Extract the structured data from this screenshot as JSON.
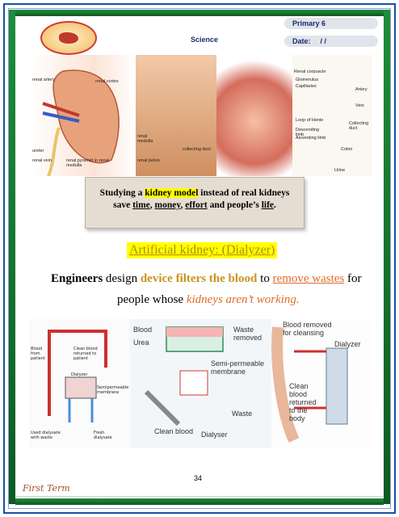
{
  "header": {
    "subject": "Science",
    "grade": "Primary 6",
    "date_label": "Date:",
    "date_slashes": "/ /"
  },
  "top_figure": {
    "labels": [
      "renal artery",
      "renal vein",
      "renal cortex",
      "ureter",
      "renal pyramid in renal medulla",
      "renal medulla",
      "renal pelvis",
      "collecting duct",
      "Renal corpuscle",
      "Glomerulus",
      "Capillaries",
      "Loop of Henle",
      "Descending limb",
      "Ascending limb",
      "Collecting duct",
      "Artery",
      "Vein",
      "Urine",
      "Colon"
    ]
  },
  "banner": {
    "pre": "Studying a ",
    "highlight": "kidney model",
    "post": " instead of real kidneys",
    "save": "save ",
    "time": "time",
    "sep1": ", ",
    "money": "money",
    "sep2": ", ",
    "effort": "effort",
    "and": " and people’s ",
    "life": "life",
    "end": "."
  },
  "section_title": "Artificial kidney: (Dialyzer)",
  "body": {
    "engineers": "Engineers",
    "design": " design ",
    "device": "device filters the blood",
    "to": " to ",
    "remove": "remove wastes",
    "for": " for",
    "people": "people whose ",
    "kidneys": "kidneys aren’t working."
  },
  "bottom_figure": {
    "p1": [
      "Blood from patient",
      "Clean blood returned to patient",
      "Dialyzer",
      "Semipermeable membrane",
      "Used dialysate with waste",
      "Fresh dialysate"
    ],
    "p2": [
      "Blood",
      "Urea",
      "Waste removed",
      "Semi-permeable membrane",
      "Waste",
      "Clean blood",
      "Dialyser"
    ],
    "p3": [
      "Blood removed for cleansing",
      "Dialyzer",
      "Clean blood returned to the body"
    ]
  },
  "footer": {
    "page_number": "34",
    "term": "First Term"
  }
}
